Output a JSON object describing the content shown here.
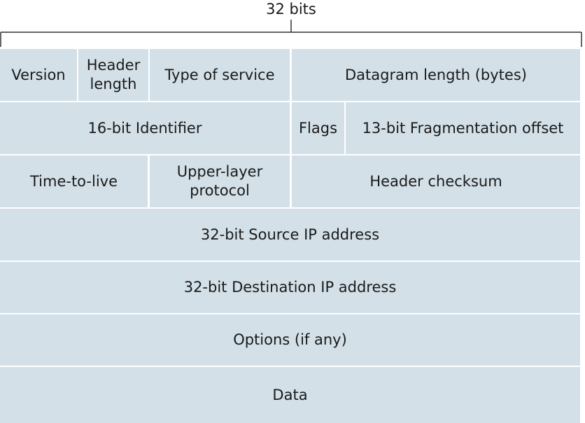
{
  "width_label": "32 bits",
  "fields": {
    "version": "Version",
    "header_length_line1": "Header",
    "header_length_line2": "length",
    "type_of_service": "Type of service",
    "datagram_length": "Datagram length (bytes)",
    "identifier": "16-bit Identifier",
    "flags": "Flags",
    "fragmentation_offset": "13-bit Fragmentation offset",
    "time_to_live": "Time-to-live",
    "upper_layer_line1": "Upper-layer",
    "upper_layer_line2": "protocol",
    "header_checksum": "Header checksum",
    "source_ip": "32-bit Source IP address",
    "destination_ip": "32-bit Destination IP address",
    "options": "Options (if any)",
    "data": "Data"
  },
  "colors": {
    "cell_fill": "#d3e0e7",
    "separator": "#ffffff",
    "bracket_line": "#333333"
  }
}
